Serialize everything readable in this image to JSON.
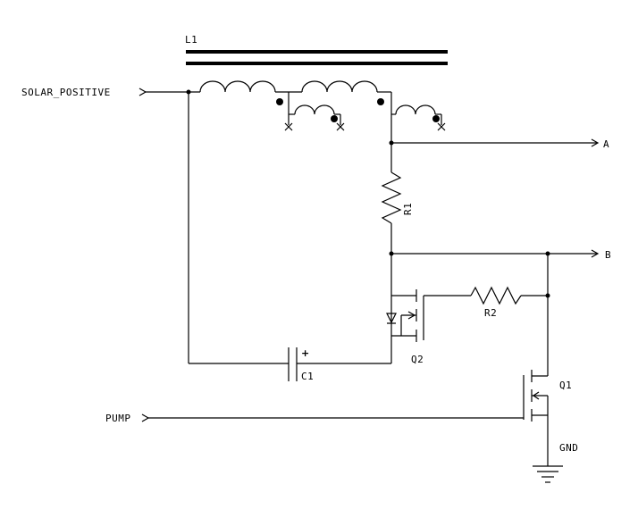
{
  "labels": {
    "transformer": "L1",
    "solar_input": "SOLAR_POSITIVE",
    "output_a": "A",
    "output_b": "B",
    "resistor_1": "R1",
    "resistor_2": "R2",
    "capacitor": "C1",
    "capacitor_polarity": "+",
    "mosfet_q1": "Q1",
    "mosfet_q2": "Q2",
    "pump_input": "PUMP",
    "ground": "GND"
  }
}
